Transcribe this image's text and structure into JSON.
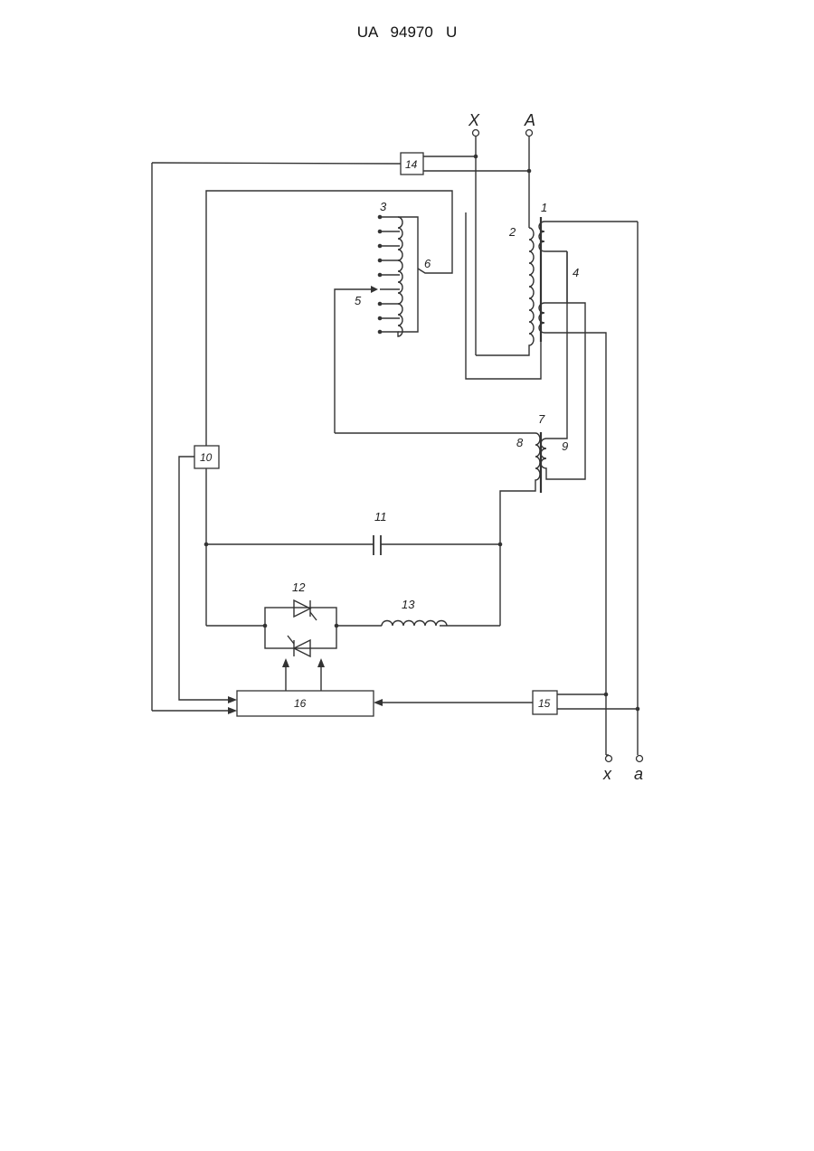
{
  "header": {
    "doc_number": "UA   94970   U"
  },
  "terminals": {
    "X": "X",
    "A": "A",
    "x": "x",
    "a": "a"
  },
  "labels": {
    "n1": "1",
    "n2": "2",
    "n3": "3",
    "n4": "4",
    "n5": "5",
    "n6": "6",
    "n7": "7",
    "n8": "8",
    "n9": "9",
    "n11": "11",
    "n12": "12",
    "n13": "13"
  },
  "blocks": {
    "b10": "10",
    "b14": "14",
    "b15": "15",
    "b16": "16"
  }
}
